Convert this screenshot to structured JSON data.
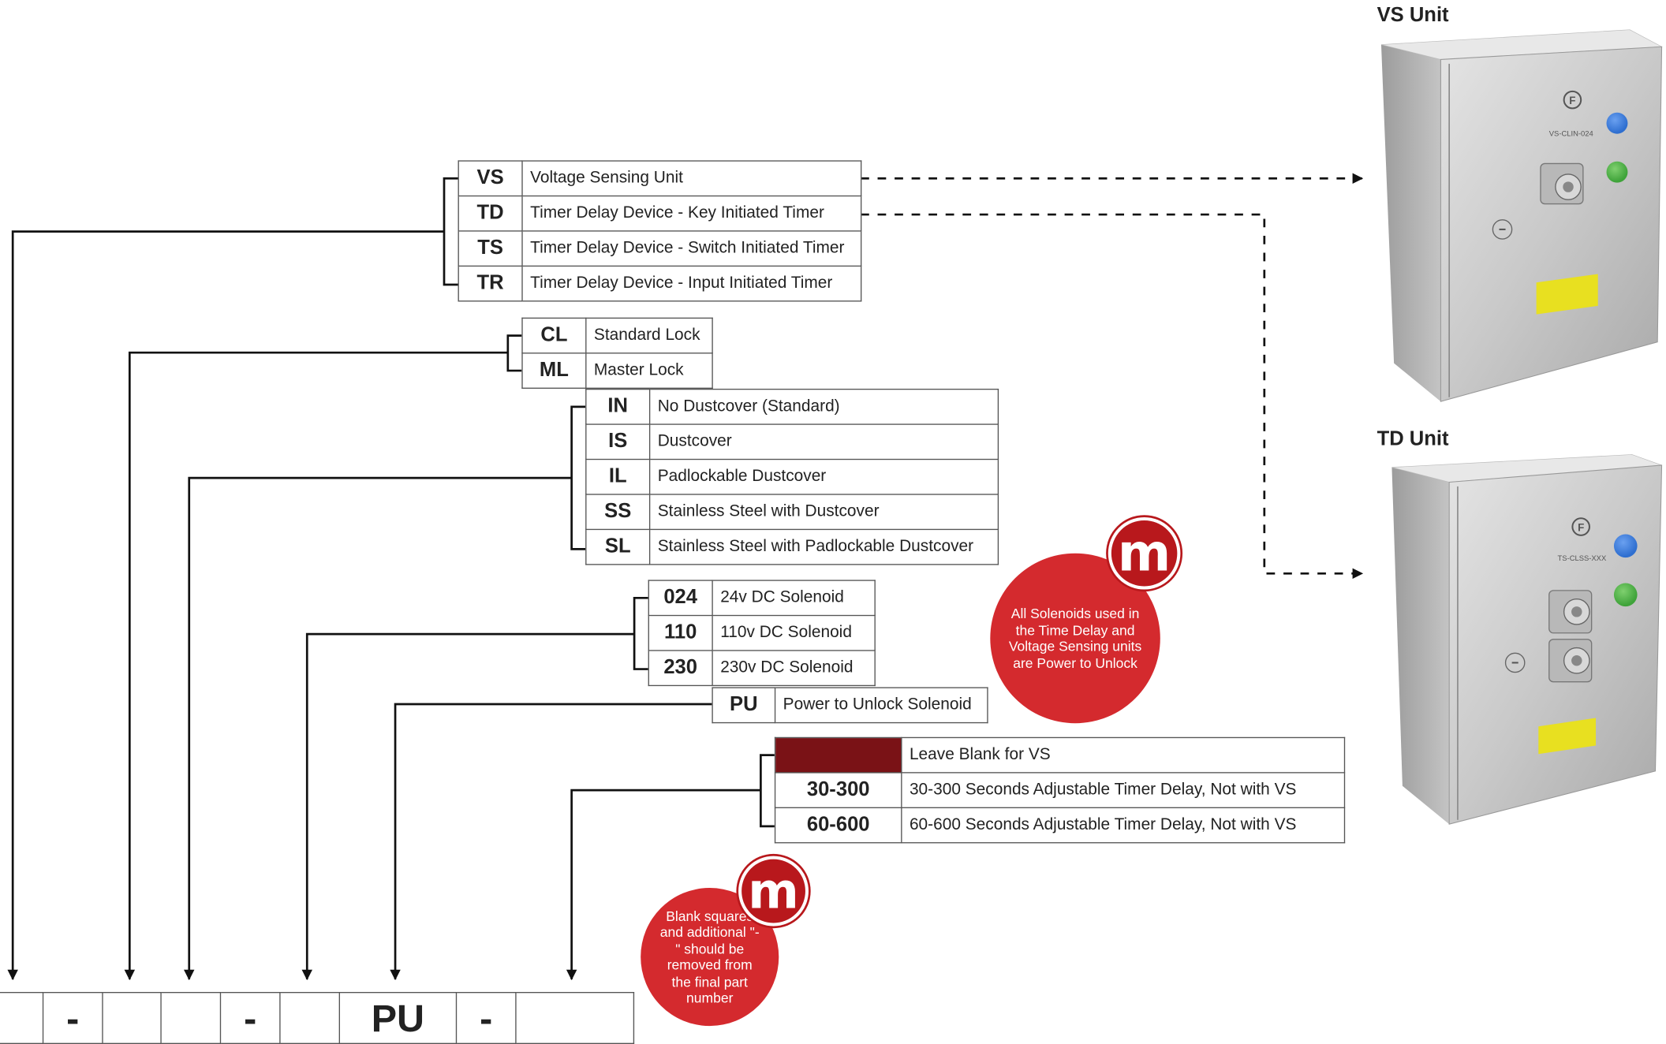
{
  "groups": {
    "unit_type": [
      {
        "code": "VS",
        "desc": "Voltage Sensing Unit"
      },
      {
        "code": "TD",
        "desc": "Timer Delay Device - Key Initiated Timer"
      },
      {
        "code": "TS",
        "desc": "Timer Delay Device - Switch Initiated Timer"
      },
      {
        "code": "TR",
        "desc": "Timer Delay Device - Input Initiated Timer"
      }
    ],
    "lock": [
      {
        "code": "CL",
        "desc": "Standard Lock"
      },
      {
        "code": "ML",
        "desc": "Master Lock"
      }
    ],
    "dustcover": [
      {
        "code": "IN",
        "desc": "No Dustcover (Standard)"
      },
      {
        "code": "IS",
        "desc": "Dustcover"
      },
      {
        "code": "IL",
        "desc": "Padlockable Dustcover"
      },
      {
        "code": "SS",
        "desc": "Stainless Steel with Dustcover"
      },
      {
        "code": "SL",
        "desc": "Stainless Steel with Padlockable Dustcover"
      }
    ],
    "solenoid_voltage": [
      {
        "code": "024",
        "desc": "24v DC Solenoid"
      },
      {
        "code": "110",
        "desc": "110v DC Solenoid"
      },
      {
        "code": "230",
        "desc": "230v DC Solenoid"
      }
    ],
    "solenoid_type": [
      {
        "code": "PU",
        "desc": "Power to Unlock Solenoid"
      }
    ],
    "timer": [
      {
        "code": "",
        "desc": "Leave Blank for VS"
      },
      {
        "code": "30-300",
        "desc": "30-300 Seconds Adjustable Timer Delay, Not with VS"
      },
      {
        "code": "60-600",
        "desc": "60-600 Seconds Adjustable Timer Delay, Not with VS"
      }
    ]
  },
  "part_number": [
    "",
    "-",
    "",
    "",
    "-",
    "",
    "PU",
    "-",
    ""
  ],
  "notes": {
    "solenoid_note": "All Solenoids used in the Time Delay and Voltage Sensing units are Power to Unlock",
    "blank_note": "Blank squares and additional \"-\" should be removed from the final part number",
    "badge_letter": "m"
  },
  "units": {
    "vs_title": "VS Unit",
    "td_title": "TD Unit",
    "vs_label": "VS-CLIN-024",
    "td_label": "TS-CLSS-XXX",
    "brand_mark": "F"
  },
  "colors": {
    "note_red": "#d42a2e",
    "badge_red": "#b8181c",
    "blank_cell": "#7a1216",
    "button_blue": "#2f6fd0",
    "button_green": "#3fa33a",
    "label_yellow": "#e8e020"
  }
}
